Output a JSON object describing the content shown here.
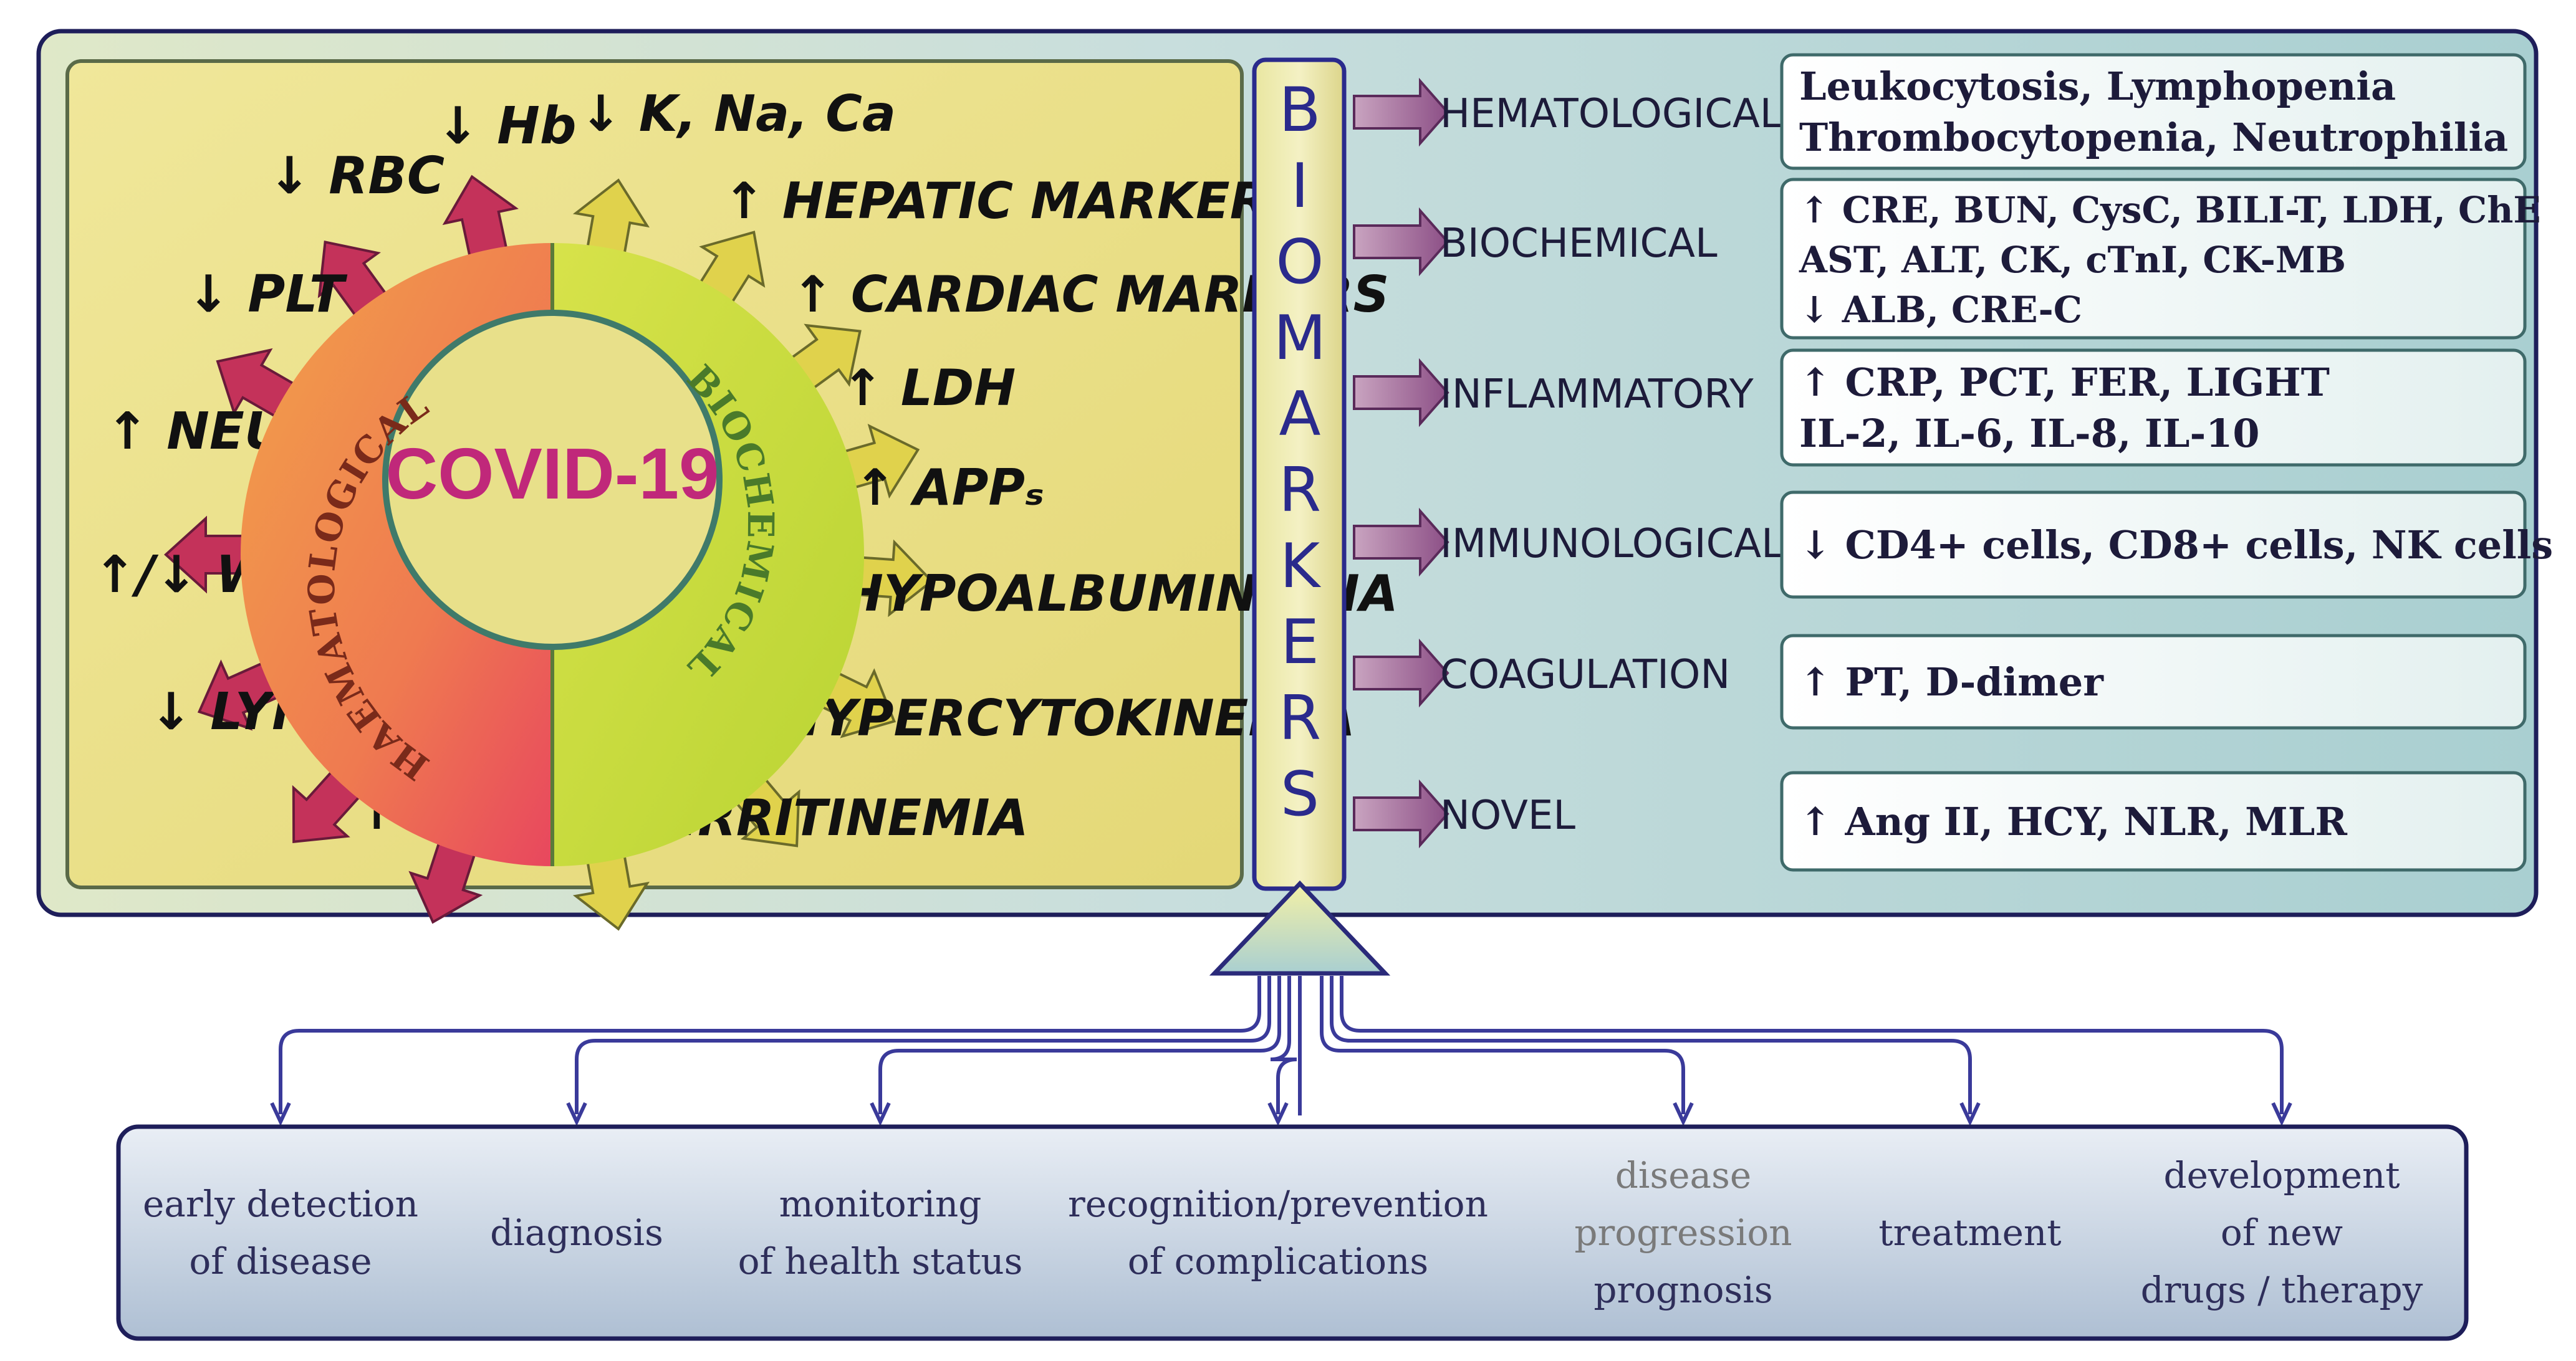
{
  "center": {
    "title": "COVID-19",
    "left_arc": "HAEMATOLOGICAL",
    "right_arc": "BIOCHEMICAL"
  },
  "haematological_labels": [
    "↓ RBC",
    "↓ Hb",
    "↓ PLT",
    "↑ NEUT",
    "↑/↓ WBC",
    "↓ LYMPH",
    "↑ NLR"
  ],
  "biochemical_labels": [
    "↓ K, Na, Ca",
    "↑ HEPATIC MARKERS",
    "↑ CARDIAC MARKERS",
    "↑ LDH",
    "↑ APPₛ",
    "HYPOALBUMINEMIA",
    "HYPERCYTOKINEMIA",
    "FERRITINEMIA"
  ],
  "biomarkers_letters": [
    "B",
    "I",
    "O",
    "M",
    "A",
    "R",
    "K",
    "E",
    "R",
    "S"
  ],
  "categories": [
    {
      "name": "HEMATOLOGICAL",
      "lines": [
        "Leukocytosis, Lymphopenia",
        "Thrombocytopenia, Neutrophilia"
      ]
    },
    {
      "name": "BIOCHEMICAL",
      "lines": [
        "↑ CRE, BUN, CysC, BILI-T, LDH, ChE",
        "AST, ALT, CK, cTnI, CK-MB",
        "↓ ALB, CRE-C"
      ]
    },
    {
      "name": "INFLAMMATORY",
      "lines": [
        "↑ CRP, PCT, FER, LIGHT",
        "IL-2, IL-6, IL-8, IL-10"
      ]
    },
    {
      "name": "IMMUNOLOGICAL",
      "lines": [
        "↓ CD4+ cells, CD8+ cells, NK cells"
      ]
    },
    {
      "name": "COAGULATION",
      "lines": [
        "↑ PT, D-dimer"
      ]
    },
    {
      "name": "NOVEL",
      "lines": [
        "↑ Ang II, HCY, NLR, MLR"
      ]
    }
  ],
  "applications": [
    {
      "lines": [
        "early detection",
        "of disease"
      ]
    },
    {
      "lines": [
        "diagnosis"
      ]
    },
    {
      "lines": [
        "monitoring",
        "of health status"
      ]
    },
    {
      "lines": [
        "recognition/prevention",
        "of complications"
      ]
    },
    {
      "lines": [
        "disease",
        "progression",
        "prognosis"
      ]
    },
    {
      "lines": [
        "treatment"
      ]
    },
    {
      "lines": [
        "development",
        "of new",
        "drugs / therapy"
      ]
    }
  ],
  "colors": {
    "virus_left": "#e84a5f",
    "virus_right": "#c6dd3a",
    "left_panel": "#ecdf86",
    "right_panel": "#b8d8d8",
    "border": "#1e1e5a",
    "bottom_panel": "#bcc9da"
  }
}
